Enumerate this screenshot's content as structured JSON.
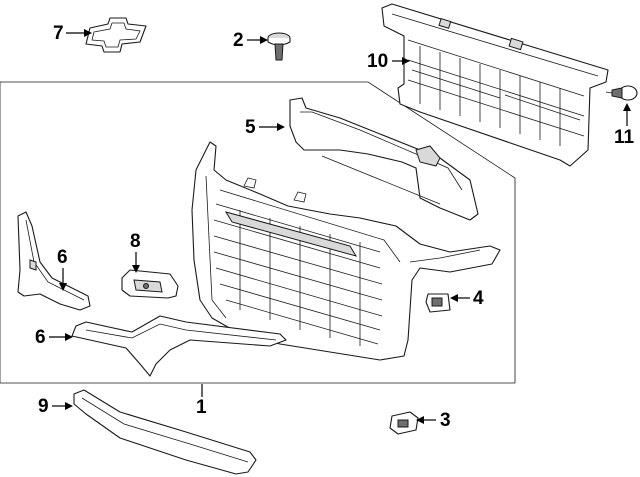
{
  "diagram": {
    "callouts": [
      {
        "id": "1",
        "label": "1"
      },
      {
        "id": "2",
        "label": "2"
      },
      {
        "id": "3",
        "label": "3"
      },
      {
        "id": "4",
        "label": "4"
      },
      {
        "id": "5",
        "label": "5"
      },
      {
        "id": "6a",
        "label": "6"
      },
      {
        "id": "6b",
        "label": "6"
      },
      {
        "id": "7",
        "label": "7"
      },
      {
        "id": "8",
        "label": "8"
      },
      {
        "id": "9",
        "label": "9"
      },
      {
        "id": "10",
        "label": "10"
      },
      {
        "id": "11",
        "label": "11"
      }
    ],
    "colors": {
      "line": "#1a1a1a",
      "shade": "#d9d9d9",
      "dark": "#6f6f6f",
      "background": "#ffffff"
    }
  }
}
